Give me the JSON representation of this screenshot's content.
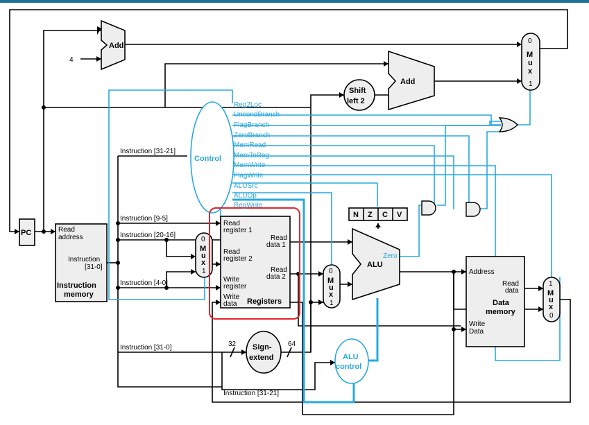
{
  "blocks": {
    "pc": "PC",
    "add_top": "Add",
    "add_mid": "Add",
    "four": "4",
    "shift": [
      "Shift",
      "left 2"
    ],
    "control": "Control",
    "imem": {
      "read": "Read",
      "address": "address",
      "instruction": "Instruction",
      "bits": "[31-0]",
      "title1": "Instruction",
      "title2": "memory"
    },
    "regs": {
      "rr1a": "Read",
      "rr1b": "register 1",
      "rr2a": "Read",
      "rr2b": "register 2",
      "wra": "Write",
      "wrb": "register",
      "wda": "Write",
      "wdb": "data",
      "rd1a": "Read",
      "rd1b": "data 1",
      "rd2a": "Read",
      "rd2b": "data 2",
      "title": "Registers"
    },
    "mux_reg": [
      "0",
      "M",
      "u",
      "x",
      "1"
    ],
    "mux_alu": [
      "0",
      "M",
      "u",
      "x",
      "1"
    ],
    "mux_pc": [
      "0",
      "M",
      "u",
      "x",
      "1"
    ],
    "mux_mem": [
      "1",
      "M",
      "u",
      "x",
      "0"
    ],
    "alu": "ALU",
    "zero": "Zero",
    "flags": [
      "N",
      "Z",
      "C",
      "V"
    ],
    "alu_control": [
      "ALU",
      "control"
    ],
    "sign": [
      "Sign-",
      "extend"
    ],
    "bits32": "32",
    "bits64": "64",
    "dmem": {
      "address": "Address",
      "read1": "Read",
      "read2": "data",
      "title1": "Data",
      "title2": "memory",
      "write1": "Write",
      "write2": "Data"
    }
  },
  "instruction_fields": {
    "i31_21_top": "Instruction [31-21]",
    "i9_5": "Instruction [9-5]",
    "i20_16": "Instruction [20-16]",
    "i4_0": "Instruction [4-0]",
    "i31_0": "Instruction [31-0]",
    "i31_21_bot": "Instruction [31-21]"
  },
  "control_signals": [
    "Reg2Loc",
    "UncondBranch",
    "FlagBranch",
    "ZeroBranch",
    "MemRead",
    "MemToReg",
    "MemWrite",
    "FlagWrite",
    "ALUSrc",
    "ALUOp",
    "RegWrite"
  ],
  "colors": {
    "control": "#29a8df",
    "highlight": "#e0262b",
    "block_fill": "#eeeeee",
    "top_bar": "#1f6f93"
  }
}
